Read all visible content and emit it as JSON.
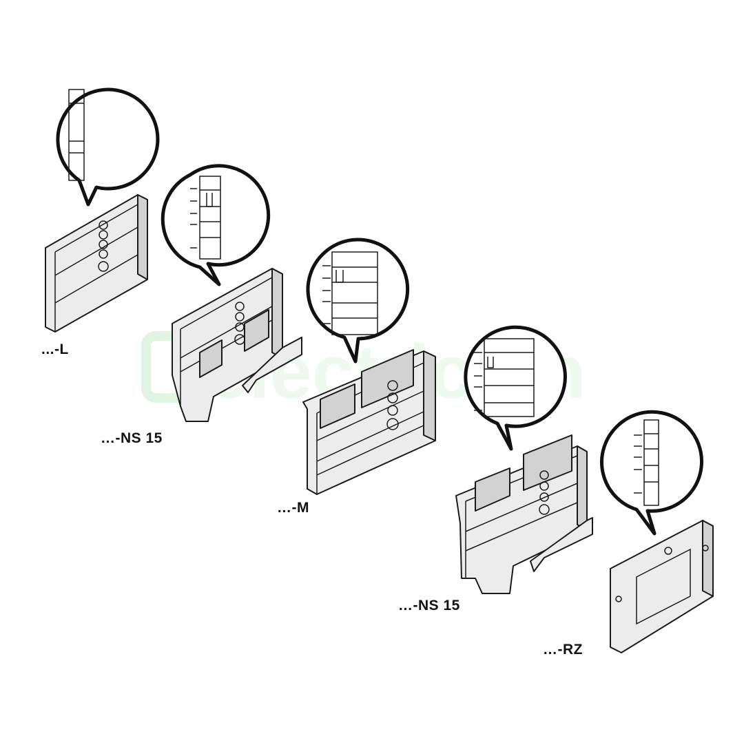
{
  "figure": {
    "labels": [
      {
        "id": "end-cover-l",
        "text": "...-L"
      },
      {
        "id": "terminal-ns15-a",
        "text": "…-NS 15"
      },
      {
        "id": "terminal-m",
        "text": "…-M"
      },
      {
        "id": "terminal-ns15-b",
        "text": "…-NS 15"
      },
      {
        "id": "end-cover-rz",
        "text": "…-RZ"
      }
    ],
    "watermark": "electric.on"
  }
}
